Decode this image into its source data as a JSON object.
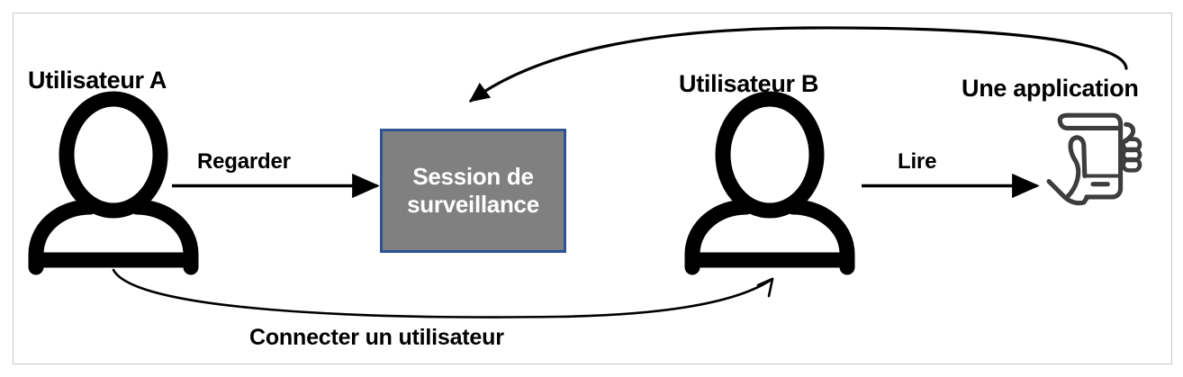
{
  "diagram": {
    "title": "Session de surveillance flow",
    "background_color": "#ffffff",
    "frame_border_color": "#c9c9c9",
    "nodes": {
      "user_a": {
        "label": "Utilisateur A",
        "icon": "person-icon",
        "icon_color": "#000000"
      },
      "session_box": {
        "line1": "Session de",
        "line2": "surveillance",
        "fill_color": "#808080",
        "border_color": "#2e5395",
        "text_color": "#ffffff"
      },
      "user_b": {
        "label": "Utilisateur B",
        "icon": "person-icon",
        "icon_color": "#000000"
      },
      "application": {
        "label": "Une application",
        "icon": "hand-holding-phone-icon",
        "icon_color": "#3d3d3d"
      }
    },
    "edges": {
      "watch": {
        "label": "Regarder",
        "from": "user_a",
        "to": "session_box",
        "style": "straight-arrow",
        "color": "#000000"
      },
      "read": {
        "label": "Lire",
        "from": "user_b",
        "to": "application",
        "style": "straight-arrow",
        "color": "#000000"
      },
      "feed": {
        "label": "",
        "from": "application",
        "to": "session_box",
        "style": "curved-arrow-top",
        "color": "#000000"
      },
      "connect_user": {
        "label": "Connecter un utilisateur",
        "from": "user_a",
        "to": "user_b",
        "style": "curved-arrow-bottom-half-head",
        "color": "#000000"
      }
    }
  }
}
